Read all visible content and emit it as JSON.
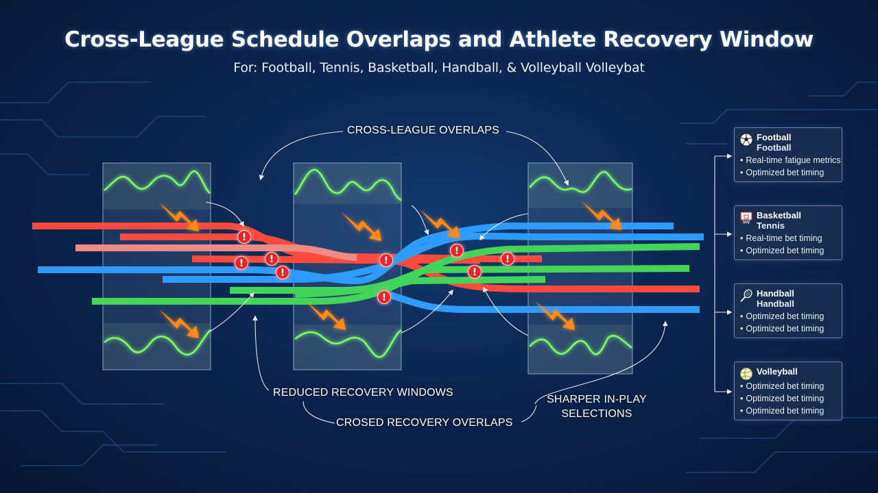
{
  "title": "Cross-League Schedule Overlaps and Athlete Recovery Window",
  "subtitle": "For: Football, Tennis, Basketball, Handball, & Volleyball Volleybat",
  "callouts": {
    "overlaps": "CROSS-LEAGUE OVERLAPS",
    "reduced": "REDUCED RECOVERY WINDOWS",
    "crossed": "CROSED RECOVERY OVERLAPS",
    "sharper_line1": "SHARPER IN-PLAY",
    "sharper_line2": "SELECTIONS"
  },
  "colors": {
    "red_stream": "#ff4a3d",
    "pink_stream": "#f08a84",
    "blue_stream": "#2f9bff",
    "green_stream": "#43d45a",
    "wave_green": "#7dff6a",
    "alert": "#e8262a",
    "arrow_orange": "#ff8a1a"
  },
  "alert_marker": "!",
  "sports": [
    {
      "icon": "soccer-ball-icon",
      "name": "Football",
      "sub": "Football",
      "lines": [
        "Real-time fatigue metrics",
        "Optimized bet timing"
      ]
    },
    {
      "icon": "basketball-hoop-icon",
      "name": "Basketball",
      "sub": "Tennis",
      "lines": [
        "Real-time bet timing",
        "Optimized bet timing"
      ]
    },
    {
      "icon": "tennis-racket-icon",
      "name": "Handball",
      "sub": "Handball",
      "lines": [
        "Optimized bet timing",
        "Optimized bet timing"
      ]
    },
    {
      "icon": "volleyball-icon",
      "name": "Volleyball",
      "sub": "",
      "lines": [
        "Optimized bet timing",
        "Optimized bet timing",
        "Optimized bet timing"
      ]
    }
  ]
}
